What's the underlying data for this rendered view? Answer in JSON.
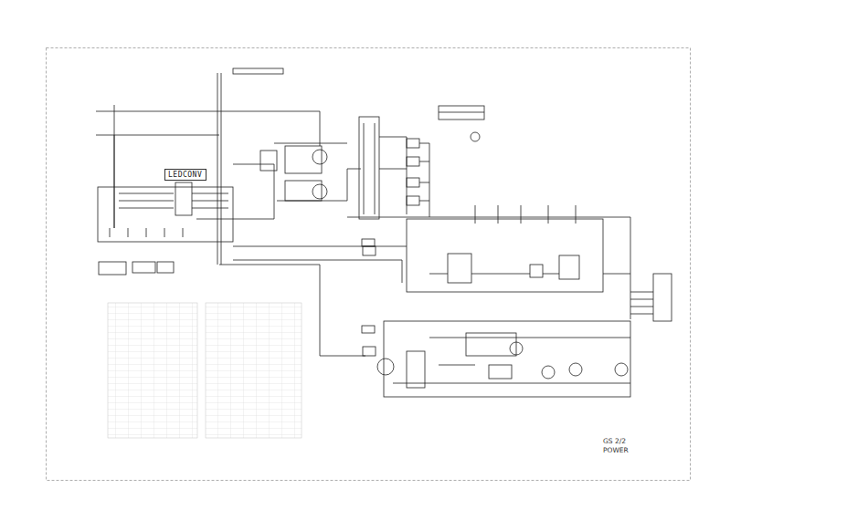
{
  "diagram": {
    "nodes": [
      {
        "text": [
          "LEDCONV"
        ]
      }
    ],
    "labels": [
      "GS 2/2",
      "POWER"
    ]
  }
}
